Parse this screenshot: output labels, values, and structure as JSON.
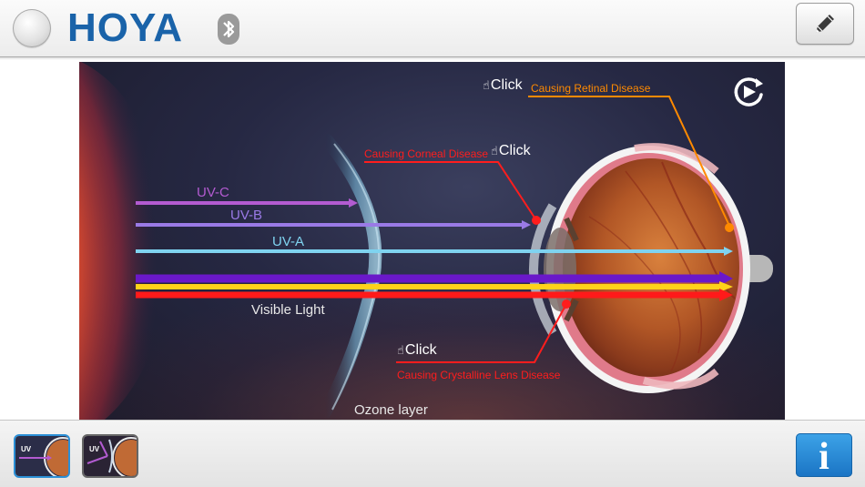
{
  "header": {
    "logo_text": "HOYA",
    "menu_button": "round-menu-button",
    "bluetooth_icon": "bluetooth-icon",
    "edit_icon": "pencil-icon"
  },
  "diagram": {
    "beams": {
      "uvc": "UV-C",
      "uvb": "UV-B",
      "uva": "UV-A",
      "visible": "Visible Light"
    },
    "ozone_label": "Ozone layer",
    "click_labels": {
      "retinal": "Click",
      "corneal": "Click",
      "lens": "Click"
    },
    "diseases": {
      "retinal": "Causing Retinal Disease",
      "corneal": "Causing Corneal Disease",
      "lens": "Causing Crystalline Lens Disease"
    },
    "replay_icon": "replay-icon"
  },
  "footer": {
    "thumbnails": [
      {
        "label": "UV",
        "selected": true
      },
      {
        "label": "UV",
        "selected": false
      }
    ],
    "info_label": "i"
  },
  "colors": {
    "hoya_blue": "#1a63a9",
    "uvc": "#b35bd1",
    "uvb": "#9a7ae6",
    "uva": "#7fd3f0",
    "retinal": "#ff8a00",
    "corneal": "#ff1d1d",
    "lens": "#ff1d1d",
    "info_blue": "#2a8ad8"
  }
}
